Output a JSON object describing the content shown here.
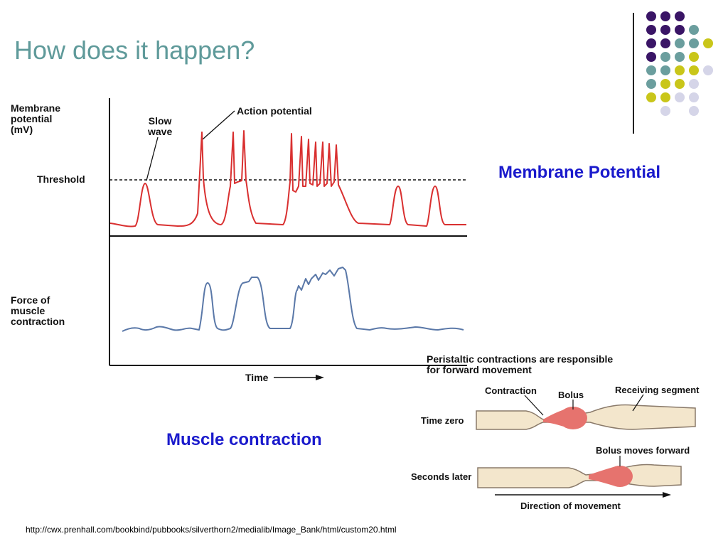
{
  "slide": {
    "title": "How does it happen?"
  },
  "graph": {
    "ylabel_top": [
      "Membrane",
      "potential",
      "(mV)"
    ],
    "slow_wave_label": [
      "Slow",
      "wave"
    ],
    "action_potential_label": "Action potential",
    "threshold_label": "Threshold",
    "ylabel_bottom": [
      "Force of",
      "muscle",
      "contraction"
    ],
    "time_label": "Time",
    "membrane_color": "#d93030",
    "force_color": "#5a78a8"
  },
  "captions": {
    "membrane_potential": "Membrane Potential",
    "muscle_contraction": "Muscle contraction"
  },
  "peristalsis": {
    "heading_line1": "Peristaltic contractions are responsible",
    "heading_line2": "for forward movement",
    "contraction_label": "Contraction",
    "bolus_label": "Bolus",
    "receiving_segment_label": "Receiving segment",
    "time_zero_label": "Time zero",
    "bolus_moves_label": "Bolus moves forward",
    "seconds_later_label": "Seconds later",
    "direction_label": "Direction of movement"
  },
  "footer": {
    "url": "http://cwx.prenhall.com/bookbind/pubbooks/silverthorn2/medialib/Image_Bank/html/custom20.html"
  },
  "theme": {
    "title_color": "#5f9a9a",
    "caption_color": "#1a1acc",
    "dot_colors": [
      "#3a1566",
      "#6b9e9e",
      "#c9c61a",
      "#d5d5e8"
    ]
  }
}
